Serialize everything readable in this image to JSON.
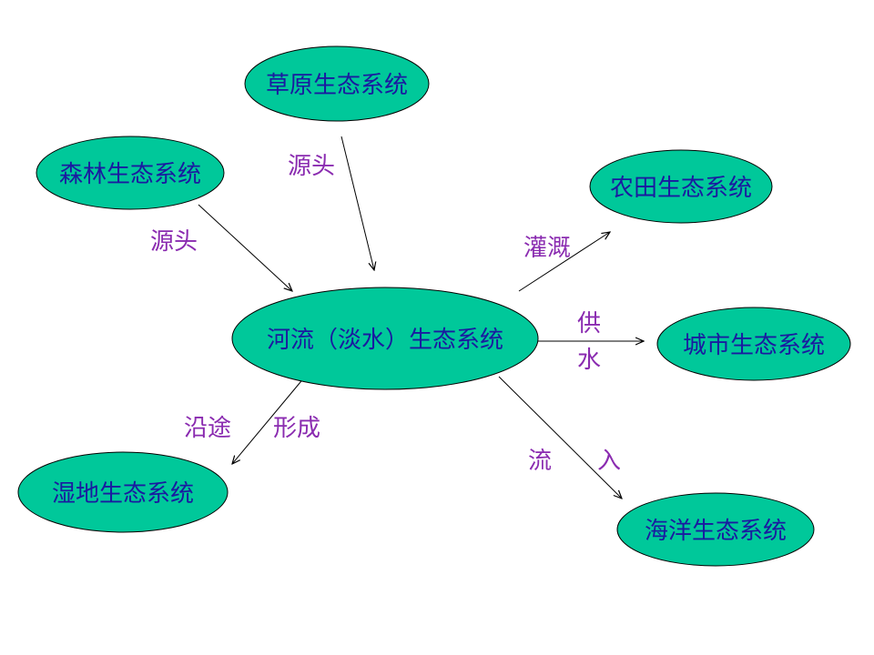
{
  "colors": {
    "node_fill": "#00c89a",
    "node_text": "#1a1aa0",
    "edge_text": "#8a2bb0",
    "edge_line": "#000000"
  },
  "nodes": {
    "grassland": "草原生态系统",
    "forest": "森林生态系统",
    "river": "河流（淡水）生态系统",
    "farmland": "农田生态系统",
    "city": "城市生态系统",
    "wetland": "湿地生态系统",
    "ocean": "海洋生态系统"
  },
  "edges": {
    "grassland_to_river": "源头",
    "forest_to_river": "源头",
    "river_to_farmland": "灌溉",
    "river_to_city_1": "供",
    "river_to_city_2": "水",
    "river_to_wetland_1": "沿途",
    "river_to_wetland_2": "形成",
    "river_to_ocean_1": "流",
    "river_to_ocean_2": "入"
  }
}
